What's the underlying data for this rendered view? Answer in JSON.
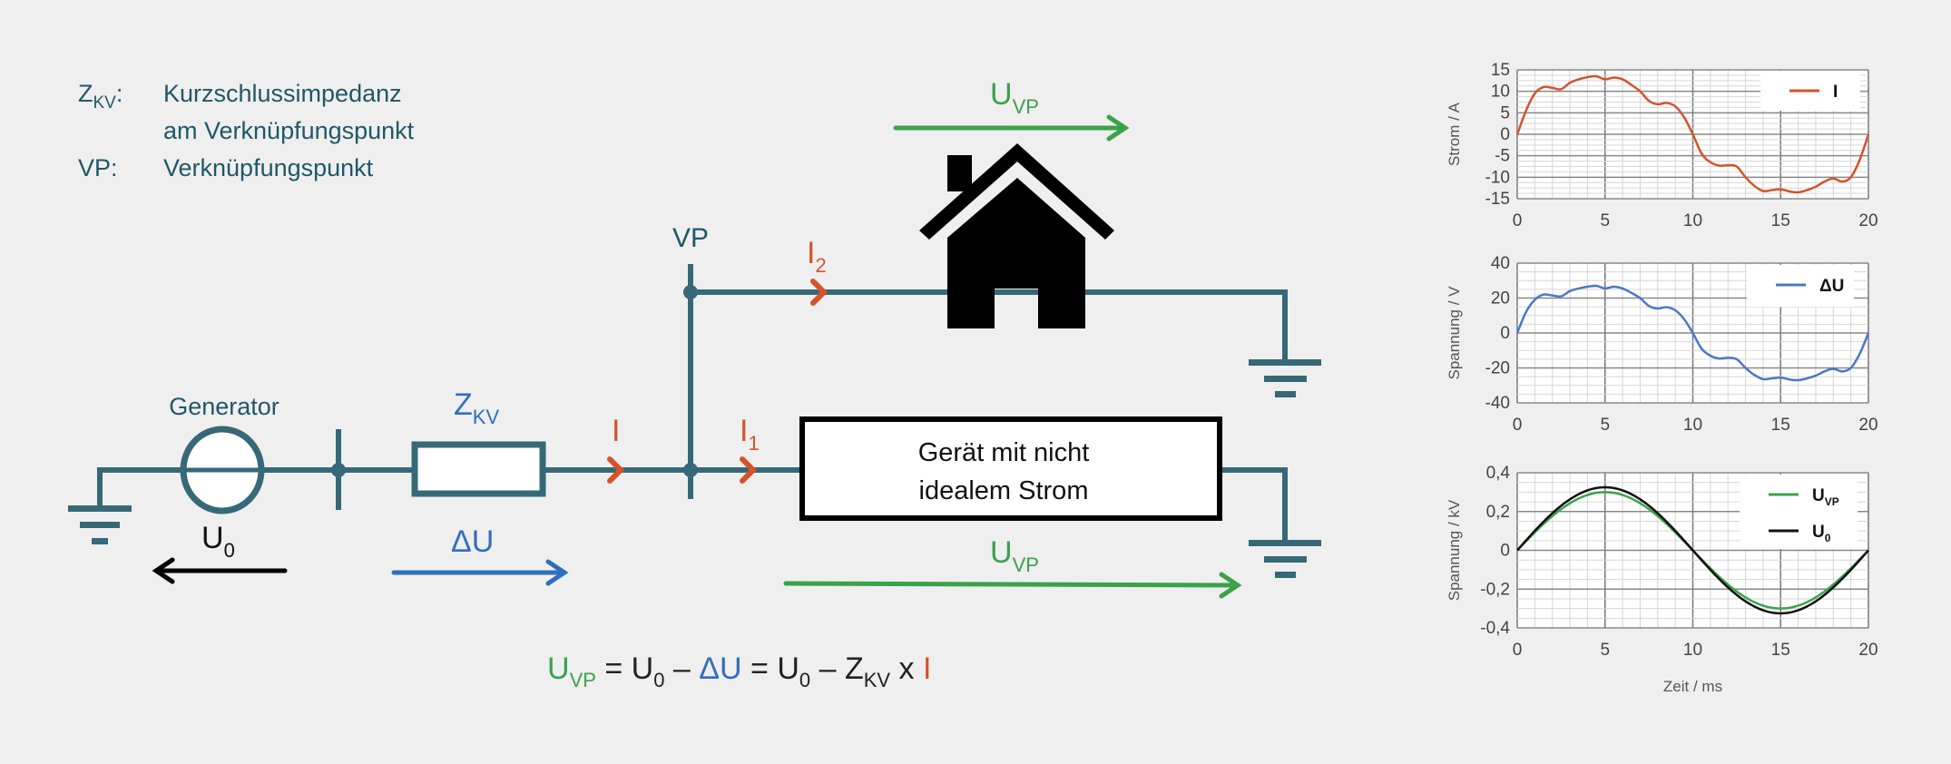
{
  "colors": {
    "wire": "#376878",
    "current": "#d4532a",
    "voltage_vp": "#3ba24b",
    "delta_u": "#2f6fbe",
    "text": "#1f5868",
    "black": "#000000"
  },
  "legend": {
    "zkv_main": "Z",
    "zkv_sub": "KV",
    "zkv_colon": ":",
    "zkv_desc_1": "Kurzschlussimpedanz",
    "zkv_desc_2": "am Verknüpfungspunkt",
    "vp_abbr": "VP:",
    "vp_desc": "Verknüpfungspunkt"
  },
  "circuit": {
    "generator_label": "Generator",
    "zkv_main": "Z",
    "zkv_sub": "KV",
    "i_label": "I",
    "i1_main": "I",
    "i1_sub": "1",
    "i2_main": "I",
    "i2_sub": "2",
    "vp_label": "VP",
    "u0_main": "U",
    "u0_sub": "0",
    "du_label": "ΔU",
    "uvp_main": "U",
    "uvp_sub": "VP",
    "device_line_1": "Gerät mit nicht",
    "device_line_2": "idealem Strom",
    "house_icon": "house-icon"
  },
  "equation": {
    "uvp_main": "U",
    "uvp_sub": "VP",
    "eq1": " = ",
    "u0a_main": "U",
    "u0a_sub": "0",
    "minus1": " – ",
    "du": "ΔU",
    "eq2": " = ",
    "u0b_main": "U",
    "u0b_sub": "0",
    "minus2": " – ",
    "zkv_main": "Z",
    "zkv_sub": "KV",
    "times": " x ",
    "i": "I"
  },
  "chart_data": [
    {
      "type": "line",
      "ylabel": "Strom / A",
      "xlabel": "",
      "xlim": [
        0,
        20
      ],
      "ylim": [
        -15,
        15
      ],
      "xticks": [
        "0",
        "5",
        "10",
        "15",
        "20"
      ],
      "yticks": [
        "15",
        "10",
        "5",
        "0",
        "-5",
        "-10",
        "-15"
      ],
      "ytick_values": [
        15,
        10,
        5,
        0,
        -5,
        -10,
        -15
      ],
      "grid": true,
      "legend_position": "top-right",
      "x": [
        0,
        0.5,
        1,
        1.5,
        2,
        2.5,
        3,
        3.5,
        4,
        4.5,
        5,
        5.5,
        6,
        6.5,
        7,
        7.5,
        8,
        8.5,
        9,
        9.5,
        10,
        10.5,
        11,
        11.5,
        12,
        12.5,
        13,
        13.5,
        14,
        14.5,
        15,
        15.5,
        16,
        16.5,
        17,
        17.5,
        18,
        18.5,
        19,
        19.5,
        20
      ],
      "series": [
        {
          "name": "I",
          "legend_main": "I",
          "legend_sub": "",
          "color": "#d4532a",
          "values": [
            0,
            5.5,
            9.5,
            11,
            10.8,
            10.5,
            12,
            12.8,
            13.3,
            13.5,
            12.8,
            13.2,
            12.8,
            11.5,
            10,
            7.8,
            7,
            7.3,
            6.5,
            4,
            0,
            -4.5,
            -6.5,
            -7.3,
            -7.2,
            -7.5,
            -10,
            -12,
            -13.2,
            -13,
            -12.8,
            -13.3,
            -13.5,
            -13,
            -12.2,
            -11,
            -10.3,
            -11,
            -10,
            -6,
            0
          ]
        }
      ]
    },
    {
      "type": "line",
      "ylabel": "Spannung / V",
      "xlabel": "",
      "xlim": [
        0,
        20
      ],
      "ylim": [
        -40,
        40
      ],
      "xticks": [
        "0",
        "5",
        "10",
        "15",
        "20"
      ],
      "yticks": [
        "40",
        "20",
        "0",
        "-20",
        "-40"
      ],
      "ytick_values": [
        40,
        20,
        0,
        -20,
        -40
      ],
      "grid": true,
      "legend_position": "top-right",
      "x": [
        0,
        0.5,
        1,
        1.5,
        2,
        2.5,
        3,
        3.5,
        4,
        4.5,
        5,
        5.5,
        6,
        6.5,
        7,
        7.5,
        8,
        8.5,
        9,
        9.5,
        10,
        10.5,
        11,
        11.5,
        12,
        12.5,
        13,
        13.5,
        14,
        14.5,
        15,
        15.5,
        16,
        16.5,
        17,
        17.5,
        18,
        18.5,
        19,
        19.5,
        20
      ],
      "series": [
        {
          "name": "ΔU",
          "legend_main": "ΔU",
          "legend_sub": "",
          "color": "#4a78c8",
          "values": [
            0,
            12,
            19,
            22,
            21.5,
            21,
            24,
            25.5,
            26.5,
            27,
            25.5,
            26.5,
            25.5,
            23,
            20,
            15.5,
            14,
            14.8,
            13,
            8,
            0,
            -9,
            -13,
            -14.6,
            -14.2,
            -15,
            -20,
            -24,
            -26.4,
            -26,
            -25.5,
            -26.6,
            -27,
            -26,
            -24.4,
            -22,
            -20.5,
            -22,
            -20,
            -12,
            0
          ]
        }
      ]
    },
    {
      "type": "line",
      "ylabel": "Spannung / kV",
      "xlabel": "Zeit / ms",
      "xlim": [
        0,
        20
      ],
      "ylim": [
        -0.4,
        0.4
      ],
      "xticks": [
        "0",
        "5",
        "10",
        "15",
        "20"
      ],
      "yticks": [
        "0,4",
        "0,2",
        "0",
        "-0,2",
        "-0,4"
      ],
      "ytick_values": [
        0.4,
        0.2,
        0,
        -0.2,
        -0.4
      ],
      "grid": true,
      "legend_position": "top-right",
      "x": "sine",
      "series": [
        {
          "name": "U_VP",
          "legend_main": "U",
          "legend_sub": "VP",
          "color": "#3ba24b",
          "amplitude": 0.3,
          "period_ms": 20
        },
        {
          "name": "U_0",
          "legend_main": "U",
          "legend_sub": "0",
          "color": "#111111",
          "amplitude": 0.325,
          "period_ms": 20
        }
      ]
    }
  ]
}
